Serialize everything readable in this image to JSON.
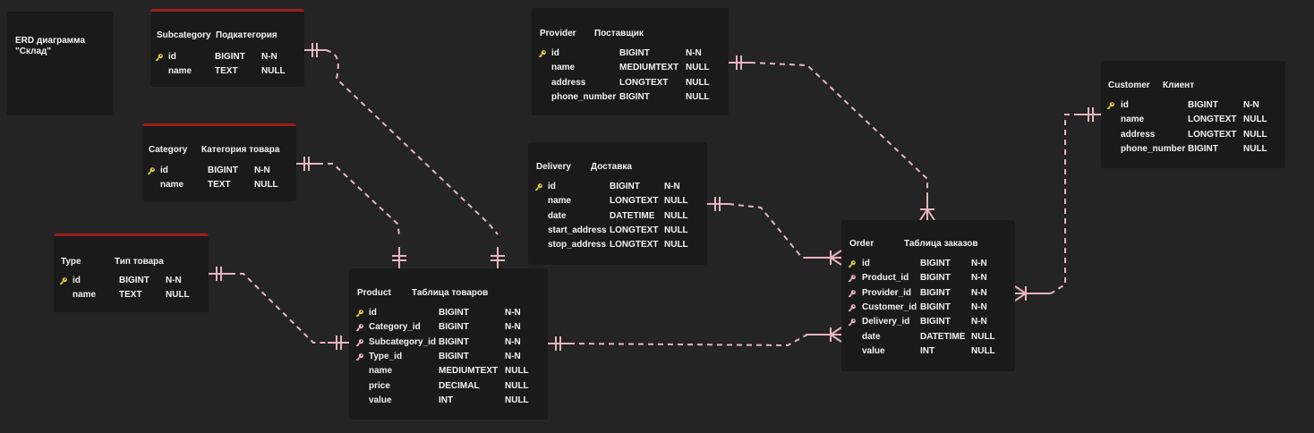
{
  "note": {
    "line1": "ERD диаграмма",
    "line2": "\"Склад\""
  },
  "colors": {
    "background": "#242424",
    "card": "#1a1a1a",
    "accent_bar": "#9b1d1d",
    "link": "#e8b4be",
    "primary_key": "#d8c84a",
    "foreign_key": "#e8b4be"
  },
  "tables": {
    "subcategory": {
      "name": "Subcategory",
      "label": "Подкатегория",
      "columns": [
        {
          "key": "pk",
          "name": "id",
          "type": "BIGINT",
          "null": "N-N"
        },
        {
          "key": "",
          "name": "name",
          "type": "TEXT",
          "null": "NULL"
        }
      ]
    },
    "category": {
      "name": "Category",
      "label": "Категория товара",
      "columns": [
        {
          "key": "pk",
          "name": "id",
          "type": "BIGINT",
          "null": "N-N"
        },
        {
          "key": "",
          "name": "name",
          "type": "TEXT",
          "null": "NULL"
        }
      ]
    },
    "type": {
      "name": "Type",
      "label": "Тип товара",
      "columns": [
        {
          "key": "pk",
          "name": "id",
          "type": "BIGINT",
          "null": "N-N"
        },
        {
          "key": "",
          "name": "name",
          "type": "TEXT",
          "null": "NULL"
        }
      ]
    },
    "provider": {
      "name": "Provider",
      "label": "Поставщик",
      "columns": [
        {
          "key": "pk",
          "name": "id",
          "type": "BIGINT",
          "null": "N-N"
        },
        {
          "key": "",
          "name": "name",
          "type": "MEDIUMTEXT",
          "null": "NULL"
        },
        {
          "key": "",
          "name": "address",
          "type": "LONGTEXT",
          "null": "NULL"
        },
        {
          "key": "",
          "name": "phone_number",
          "type": "BIGINT",
          "null": "NULL"
        }
      ]
    },
    "delivery": {
      "name": "Delivery",
      "label": "Доставка",
      "columns": [
        {
          "key": "pk",
          "name": "id",
          "type": "BIGINT",
          "null": "N-N"
        },
        {
          "key": "",
          "name": "name",
          "type": "LONGTEXT",
          "null": "NULL"
        },
        {
          "key": "",
          "name": "date",
          "type": "DATETIME",
          "null": "NULL"
        },
        {
          "key": "",
          "name": "start_address",
          "type": "LONGTEXT",
          "null": "NULL"
        },
        {
          "key": "",
          "name": "stop_address",
          "type": "LONGTEXT",
          "null": "NULL"
        }
      ]
    },
    "product": {
      "name": "Product",
      "label": "Таблица товаров",
      "columns": [
        {
          "key": "pk",
          "name": "id",
          "type": "BIGINT",
          "null": "N-N"
        },
        {
          "key": "fk",
          "name": "Category_id",
          "type": "BIGINT",
          "null": "N-N"
        },
        {
          "key": "fk",
          "name": "Subcategory_id",
          "type": "BIGINT",
          "null": "N-N"
        },
        {
          "key": "fk",
          "name": "Type_id",
          "type": "BIGINT",
          "null": "N-N"
        },
        {
          "key": "",
          "name": "name",
          "type": "MEDIUMTEXT",
          "null": "NULL"
        },
        {
          "key": "",
          "name": "price",
          "type": "DECIMAL",
          "null": "NULL"
        },
        {
          "key": "",
          "name": "value",
          "type": "INT",
          "null": "NULL"
        }
      ]
    },
    "order": {
      "name": "Order",
      "label": "Таблица заказов",
      "columns": [
        {
          "key": "pk",
          "name": "id",
          "type": "BIGINT",
          "null": "N-N"
        },
        {
          "key": "fk",
          "name": "Product_id",
          "type": "BIGINT",
          "null": "N-N"
        },
        {
          "key": "fk",
          "name": "Provider_id",
          "type": "BIGINT",
          "null": "N-N"
        },
        {
          "key": "fk",
          "name": "Customer_id",
          "type": "BIGINT",
          "null": "N-N"
        },
        {
          "key": "fk",
          "name": "Delivery_id",
          "type": "BIGINT",
          "null": "N-N"
        },
        {
          "key": "",
          "name": "date",
          "type": "DATETIME",
          "null": "NULL"
        },
        {
          "key": "",
          "name": "value",
          "type": "INT",
          "null": "NULL"
        }
      ]
    },
    "customer": {
      "name": "Customer",
      "label": "Клиент",
      "columns": [
        {
          "key": "pk",
          "name": "id",
          "type": "BIGINT",
          "null": "N-N"
        },
        {
          "key": "",
          "name": "name",
          "type": "LONGTEXT",
          "null": "NULL"
        },
        {
          "key": "",
          "name": "address",
          "type": "LONGTEXT",
          "null": "NULL"
        },
        {
          "key": "",
          "name": "phone_number",
          "type": "BIGINT",
          "null": "NULL"
        }
      ]
    }
  },
  "relations": [
    {
      "from": "subcategory",
      "to": "product",
      "from_end": "one",
      "to_end": "one"
    },
    {
      "from": "category",
      "to": "product",
      "from_end": "one",
      "to_end": "one"
    },
    {
      "from": "type",
      "to": "product",
      "from_end": "one",
      "to_end": "one"
    },
    {
      "from": "product",
      "to": "order",
      "from_end": "one",
      "to_end": "many"
    },
    {
      "from": "provider",
      "to": "order",
      "from_end": "one",
      "to_end": "many"
    },
    {
      "from": "delivery",
      "to": "order",
      "from_end": "one",
      "to_end": "many"
    },
    {
      "from": "customer",
      "to": "order",
      "from_end": "one",
      "to_end": "many"
    }
  ]
}
